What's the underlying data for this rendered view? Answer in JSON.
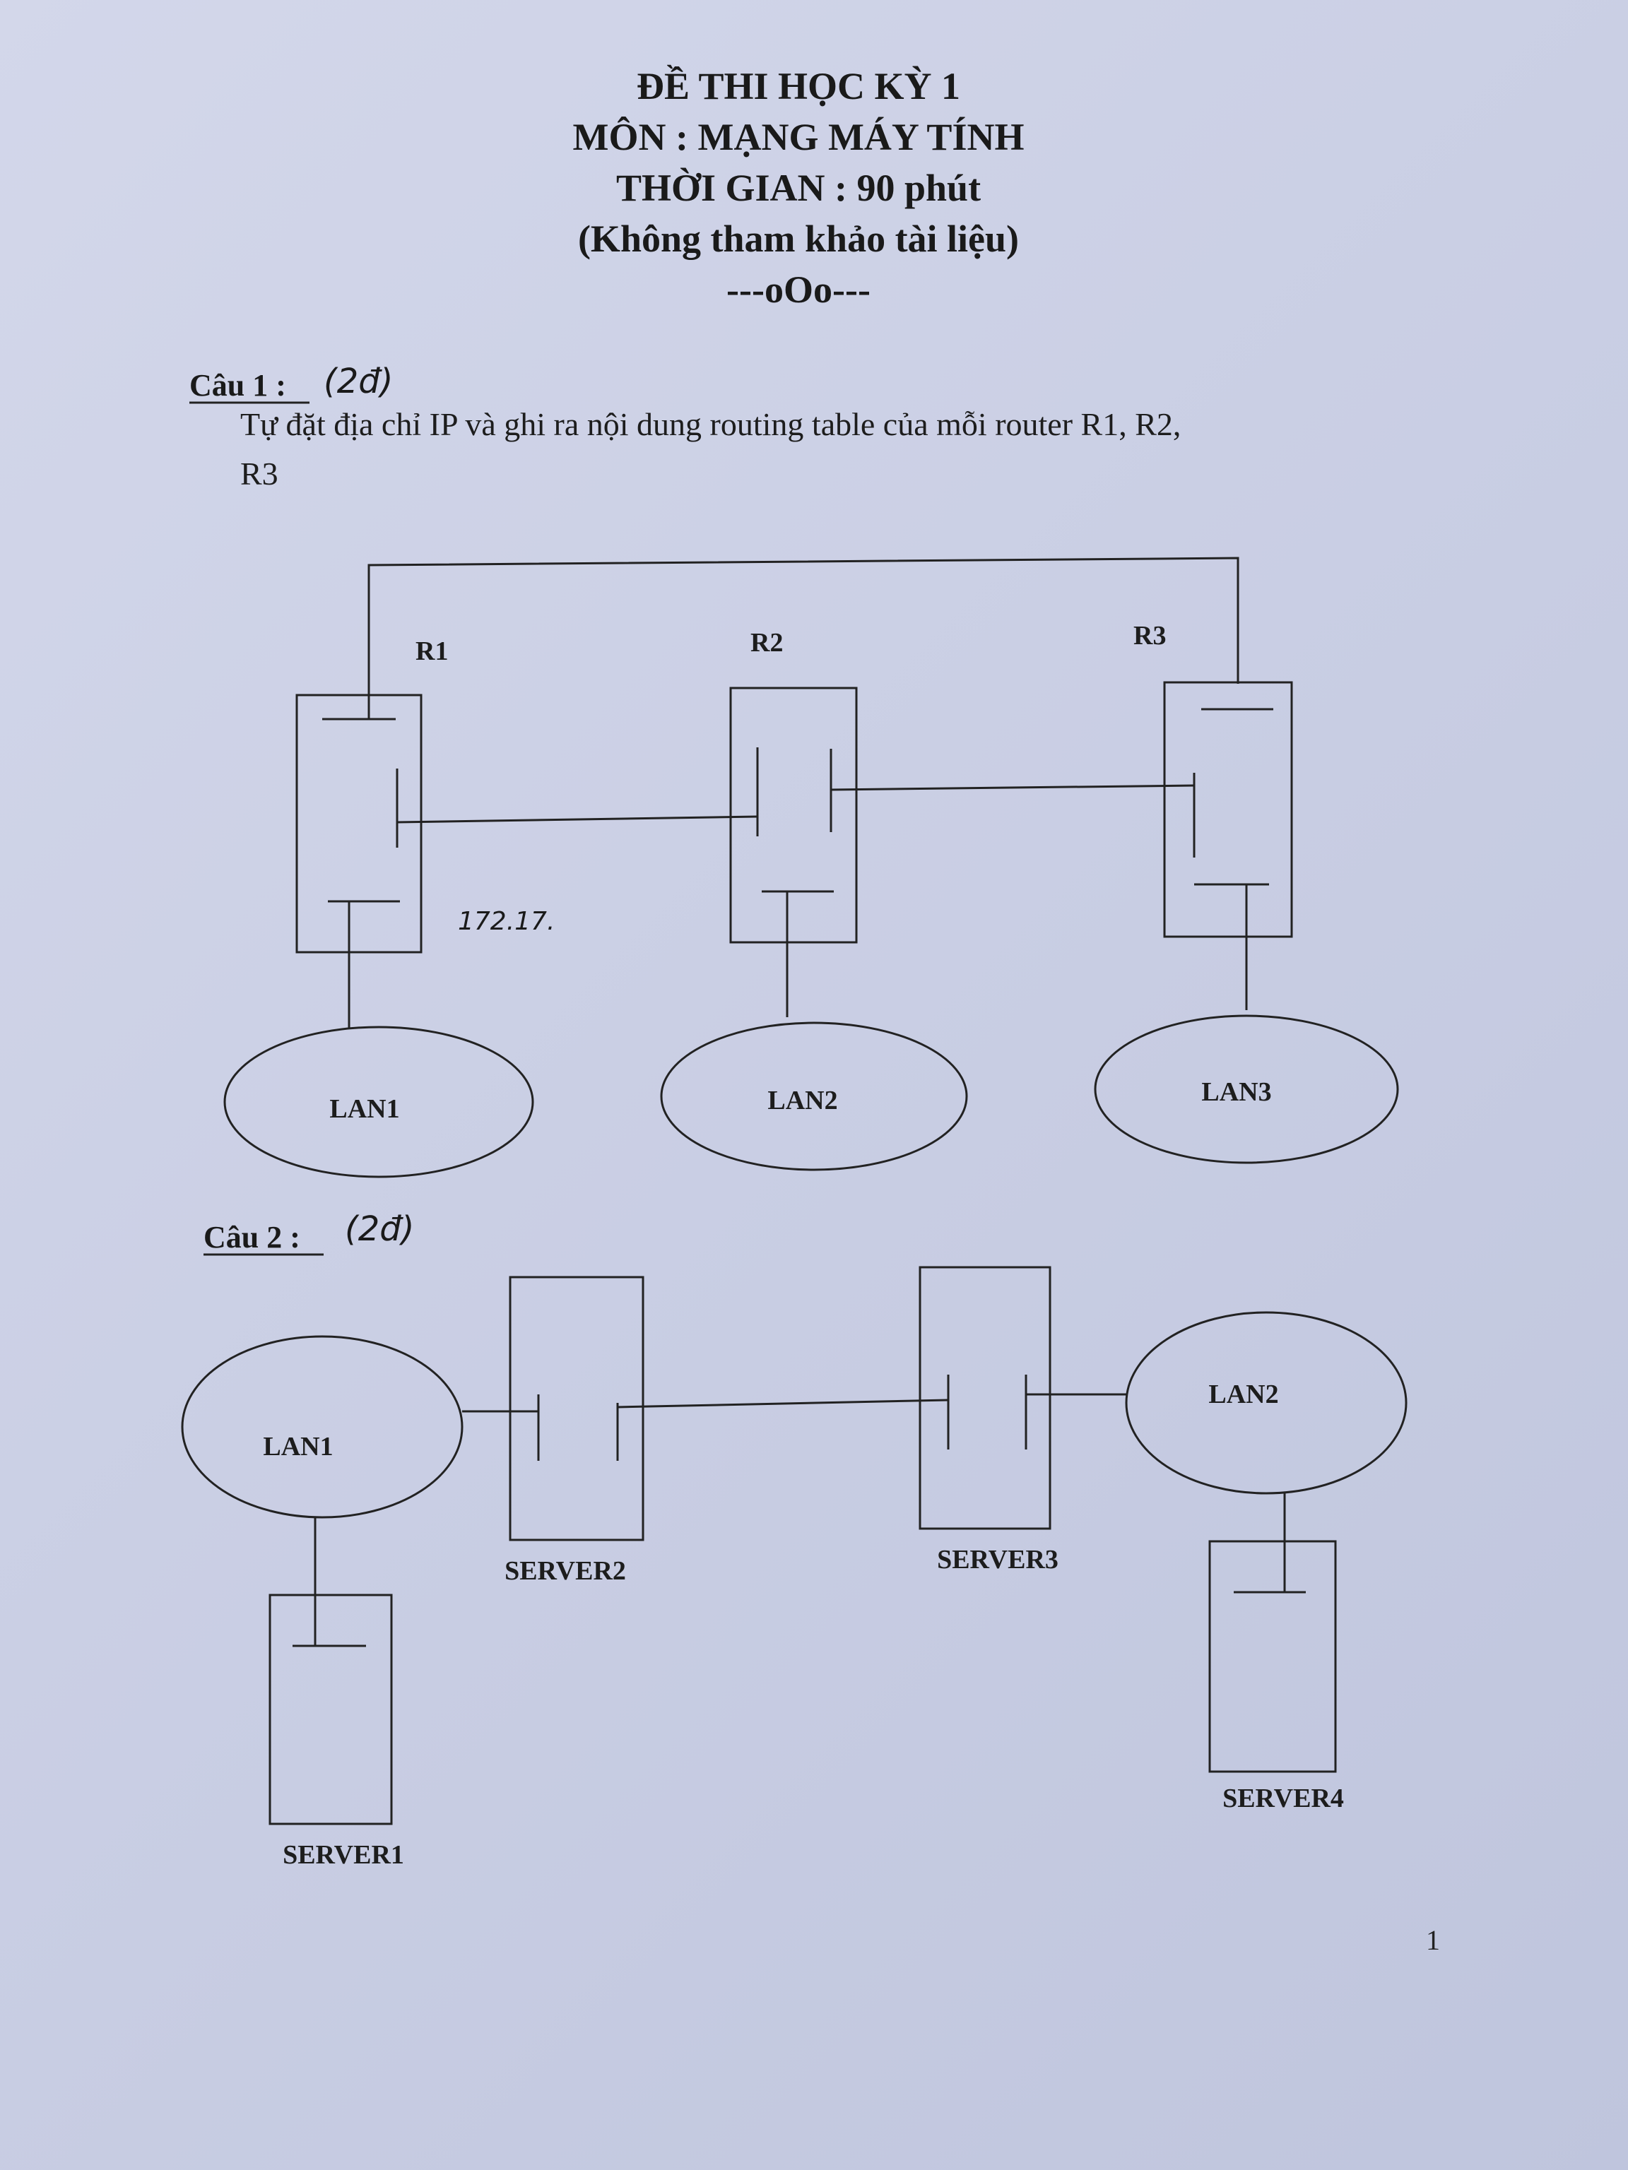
{
  "header": {
    "line1": "ĐỀ THI HỌC KỲ 1",
    "line2": "MÔN : MẠNG MÁY TÍNH",
    "line3": "THỜI GIAN : 90 phút",
    "line4": "(Không tham khảo tài liệu)",
    "line5": "---oOo---"
  },
  "question1": {
    "label": "Câu 1 :",
    "points_handwritten": "(2đ)",
    "text_line1": "Tự đặt địa chỉ IP và ghi ra nội dung routing table của mỗi router R1, R2,",
    "text_line2": "R3",
    "diagram": {
      "routers": [
        "R1",
        "R2",
        "R3"
      ],
      "lans": [
        "LAN1",
        "LAN2",
        "LAN3"
      ],
      "handwritten_note": "172.17."
    }
  },
  "question2": {
    "label": "Câu 2 :",
    "points_handwritten": "(2đ)",
    "diagram": {
      "lans": [
        "LAN1",
        "LAN2"
      ],
      "servers": [
        "SERVER1",
        "SERVER2",
        "SERVER3",
        "SERVER4"
      ]
    }
  },
  "page_number": "1"
}
